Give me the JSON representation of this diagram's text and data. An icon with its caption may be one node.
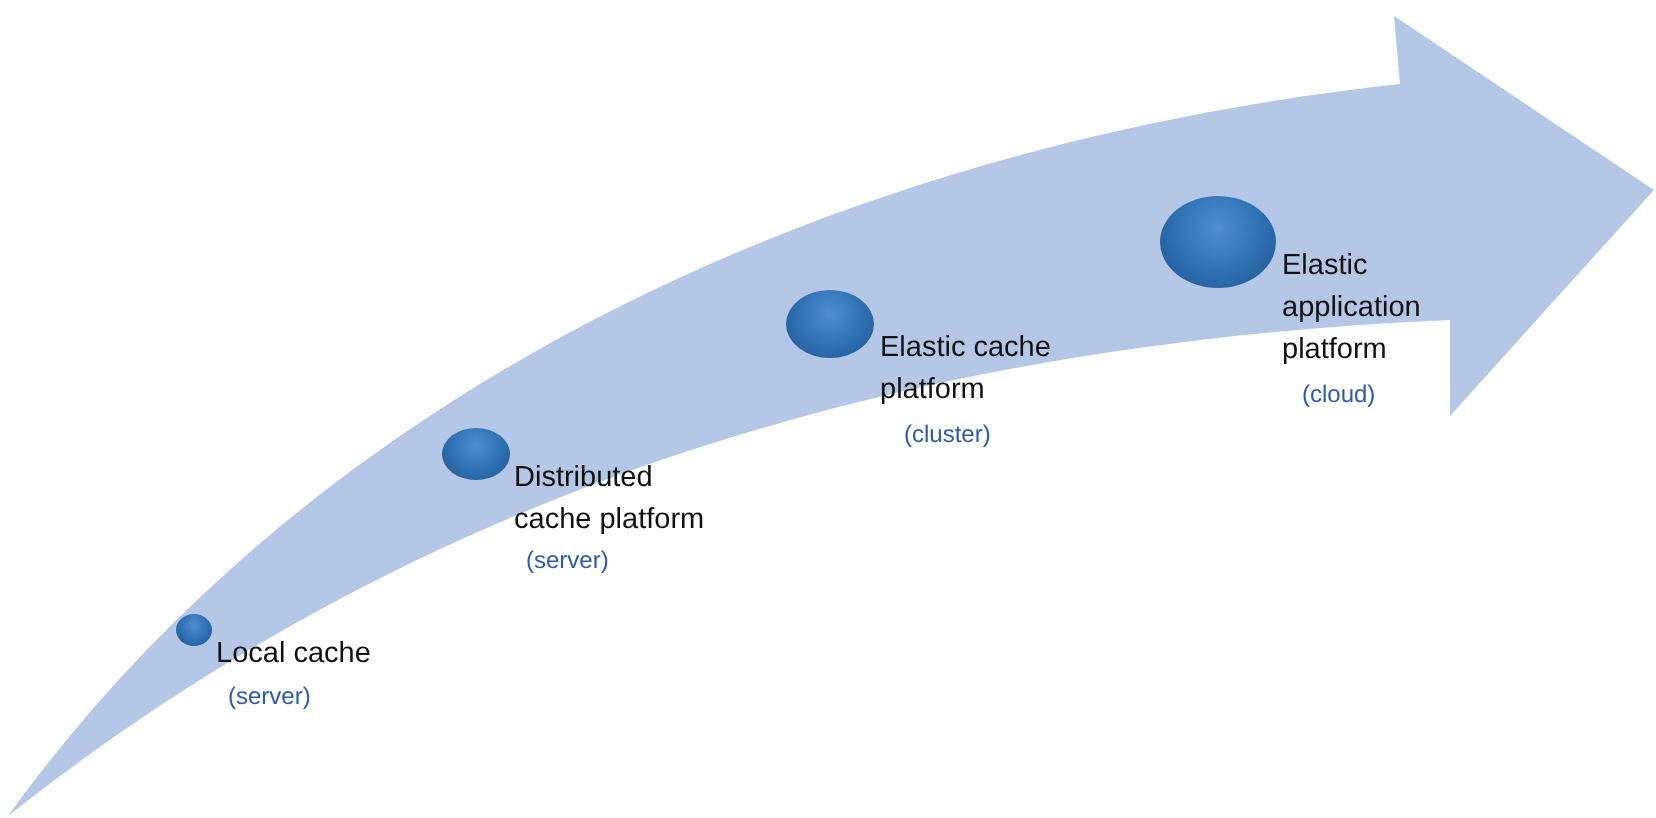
{
  "diagram": {
    "nodes": [
      {
        "text": [],
        "shape": "circle",
        "beside": [
          "Local cache",
          "(server)"
        ]
      },
      {
        "text": [],
        "shape": "circle",
        "beside": [
          "Distributed cache platform",
          "(server)"
        ]
      },
      {
        "text": [],
        "shape": "circle",
        "beside": [
          "Elastic cache platform",
          "(cluster)"
        ]
      },
      {
        "text": [],
        "shape": "circle",
        "beside": [
          "Elastic application platform",
          "(cloud)"
        ]
      }
    ]
  }
}
